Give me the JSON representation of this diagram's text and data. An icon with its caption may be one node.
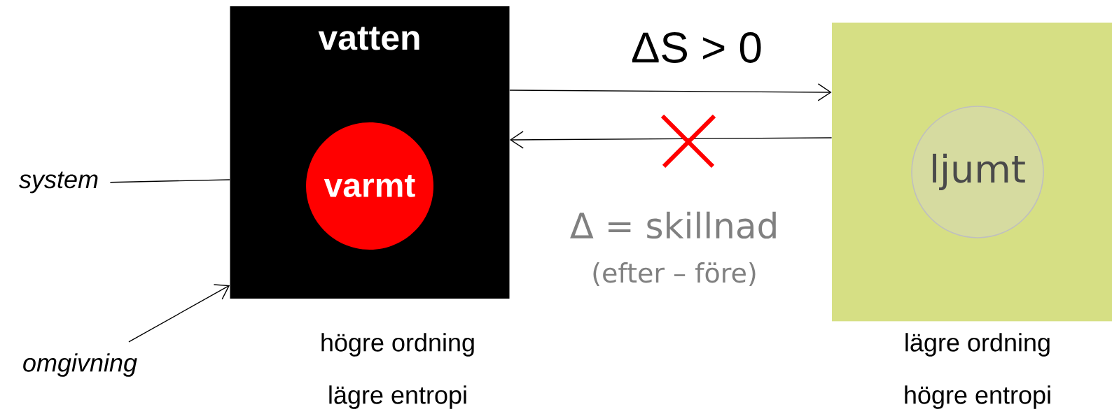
{
  "diagram": {
    "nodes": [
      {
        "text": [
          "vatten"
        ],
        "beside": [
          "högre ordning",
          "lägre entropi"
        ]
      },
      {
        "text": [
          "varmt"
        ],
        "in": 0
      },
      {
        "text": [],
        "shape": "box",
        "beside": [
          "lägre ordning",
          "högre entropi"
        ]
      },
      {
        "text": [
          "ljumt"
        ],
        "in": 2
      },
      {
        "text": [
          "system"
        ]
      },
      {
        "text": [
          "omgivning"
        ]
      }
    ],
    "edges": [
      {
        "from": 0,
        "to": 2,
        "arrow": "to",
        "label": "ΔS > 0"
      },
      {
        "from": 2,
        "to": 0,
        "arrow": "to"
      },
      {
        "from": 4,
        "to": 0,
        "arrow": "none"
      },
      {
        "from": 5,
        "to": 0,
        "arrow": "to"
      }
    ],
    "labels": [
      "Δ = skillnad",
      "(efter – före)"
    ]
  }
}
